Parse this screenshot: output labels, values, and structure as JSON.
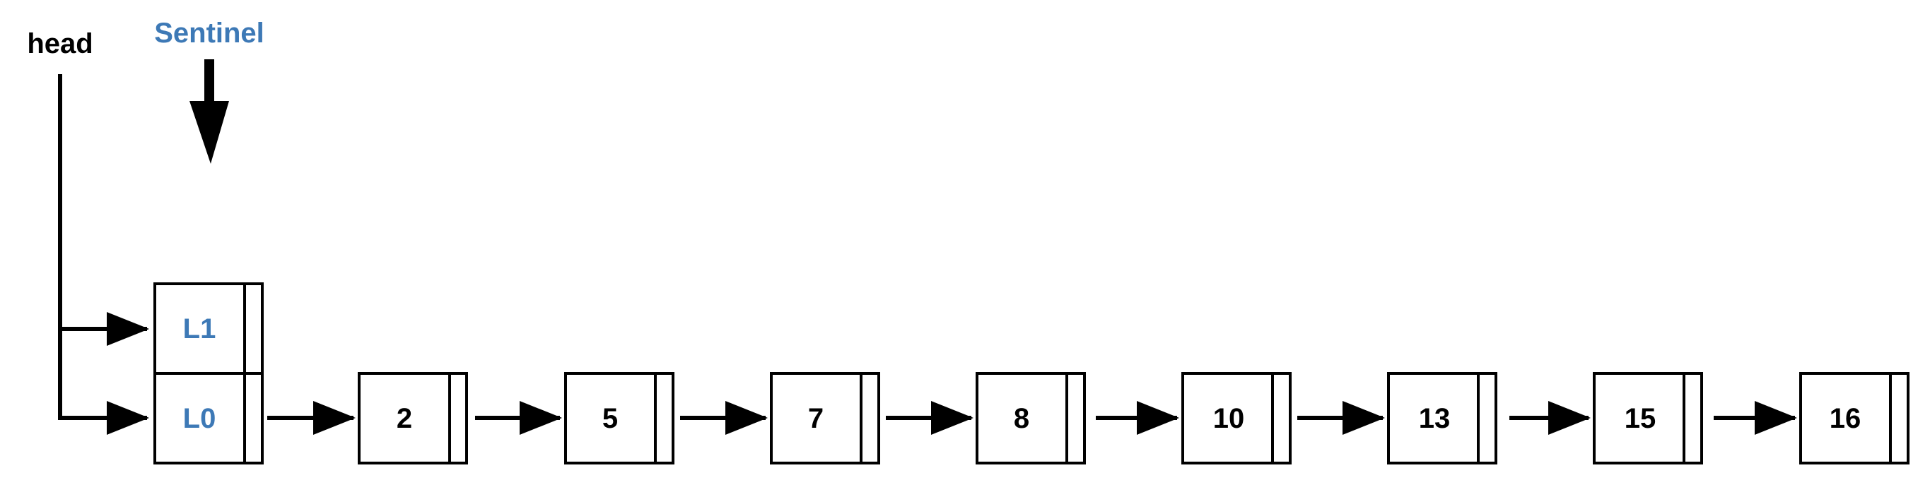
{
  "labels": {
    "head": "head",
    "sentinel": "Sentinel"
  },
  "sentinel_levels": [
    "L1",
    "L0"
  ],
  "nodes": [
    "2",
    "5",
    "7",
    "8",
    "10",
    "13",
    "15",
    "16"
  ],
  "colors": {
    "accent": "#3d79b6",
    "ink": "#000000"
  }
}
